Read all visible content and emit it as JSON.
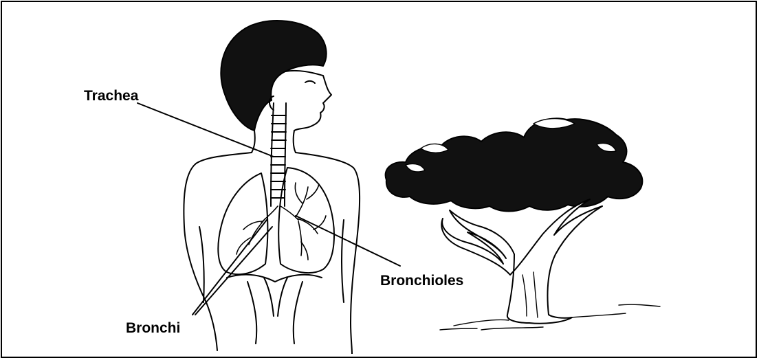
{
  "labels": {
    "trachea": "Trachea",
    "bronchioles": "Bronchioles",
    "bronchi": "Bronchi"
  },
  "colors": {
    "ink": "#000000",
    "background": "#ffffff"
  }
}
